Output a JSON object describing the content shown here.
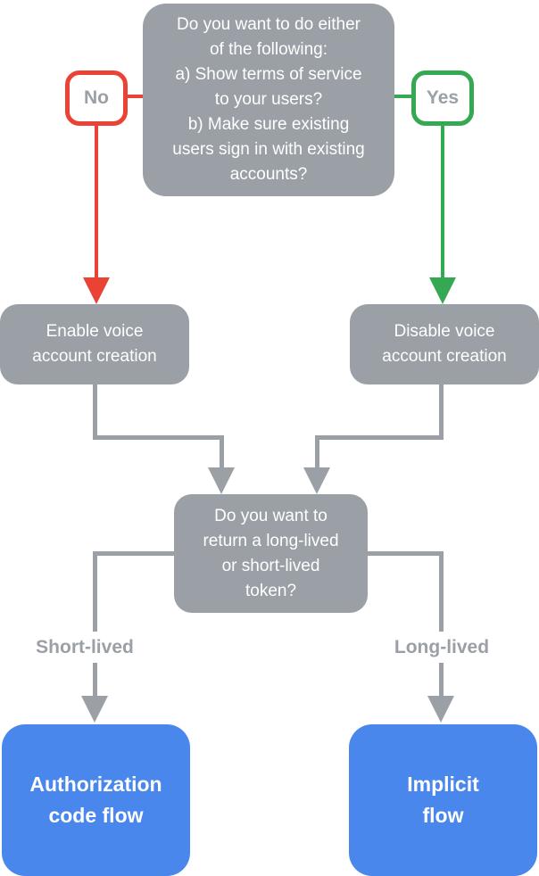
{
  "palette": {
    "node_gray": "#9AA0A6",
    "no_red": "#EA4335",
    "yes_green": "#34A853",
    "result_blue": "#4A87EC",
    "node_text": "#FFFFFF",
    "label_text": "#9AA0A6",
    "background": "#FFFFFF"
  },
  "flow": {
    "question_terms": "Do you want to do either\nof the following:\na) Show terms of service\nto your users?\nb) Make sure existing\nusers sign in with existing\naccounts?",
    "no": "No",
    "yes": "Yes",
    "enable": "Enable voice\naccount creation",
    "disable": "Disable voice\naccount creation",
    "question_token": "Do you want to\nreturn a long-lived\nor short-lived\ntoken?",
    "short_lived": "Short-lived",
    "long_lived": "Long-lived",
    "auth_code": "Authorization\ncode flow",
    "implicit": "Implicit\nflow"
  }
}
